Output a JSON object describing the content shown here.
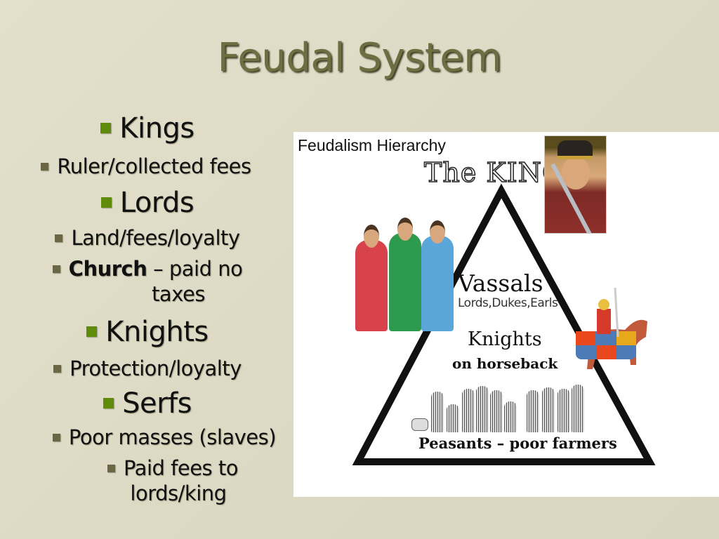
{
  "slide": {
    "title": "Feudal System",
    "colors": {
      "background": "#dfdcc6",
      "title": "#6f6d42",
      "level1_bullet": "#5f8b0b",
      "level2_bullet": "#6b6744"
    },
    "bullets": [
      {
        "level": 1,
        "text": "Kings"
      },
      {
        "level": 2,
        "text": "Ruler/collected fees"
      },
      {
        "level": 1,
        "text": "Lords"
      },
      {
        "level": 2,
        "text": "Land/fees/loyalty"
      },
      {
        "level": 2,
        "bold": "Church",
        "text": " – paid no",
        "text2": "taxes"
      },
      {
        "level": 1,
        "text": "Knights"
      },
      {
        "level": 2,
        "text": "Protection/loyalty"
      },
      {
        "level": 1,
        "text": "Serfs"
      },
      {
        "level": 2,
        "text": "Poor masses (slaves)"
      },
      {
        "level": 2,
        "text": "Paid fees to",
        "text2": "lords/king"
      }
    ]
  },
  "diagram": {
    "title": "Feudalism Hierarchy",
    "tiers": {
      "top": "The KING",
      "vassals": "Vassals",
      "vassals_sub": "Lords,Dukes,Earls",
      "knights": "Knights",
      "knights_sub": "on horseback",
      "peasants": "Peasants – poor farmers"
    },
    "images": [
      "king-portrait",
      "three-nobles",
      "knight-on-horse",
      "peasant-group"
    ]
  }
}
